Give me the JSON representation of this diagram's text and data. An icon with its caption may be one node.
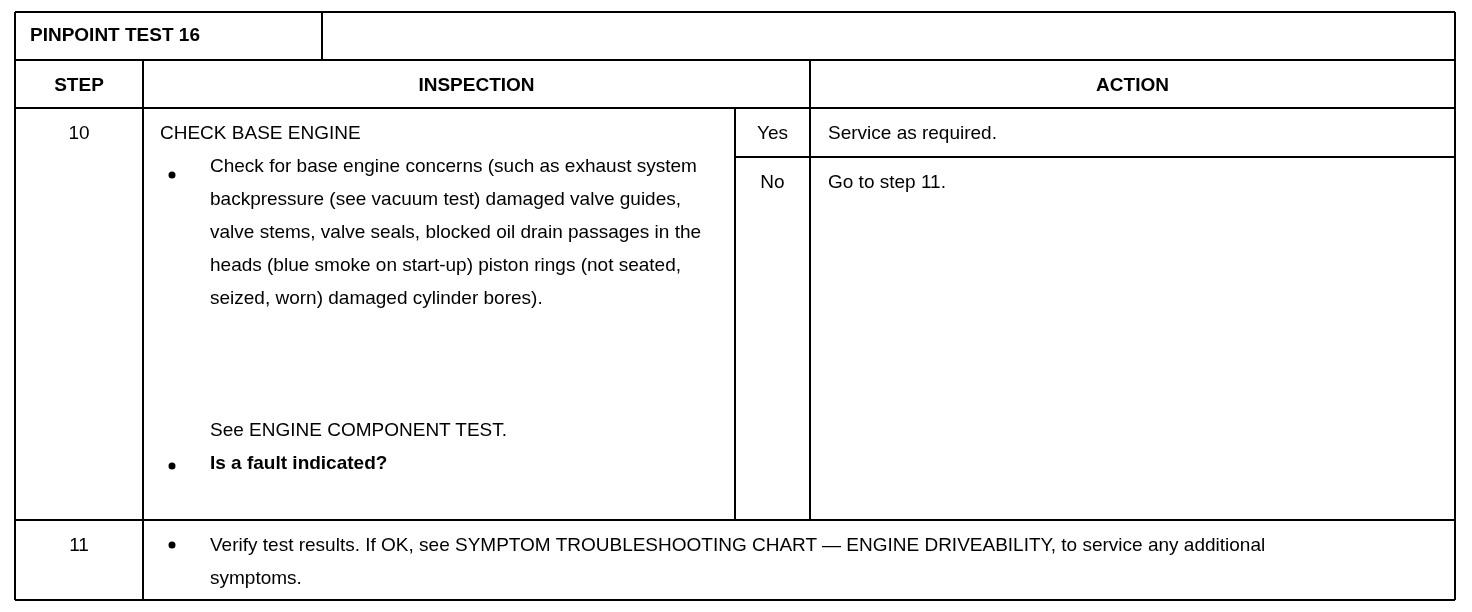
{
  "diagram": {
    "labels": [
      "PINPOINT TEST 16",
      "STEP",
      "INSPECTION",
      "ACTION",
      "10",
      "CHECK BASE ENGINE",
      "Check for base engine concerns (such as exhaust system backpressure (see vacuum test) damaged valve guides, valve stems, valve seals, blocked oil drain passages in the heads (blue smoke on start-up) piston rings (not seated, seized, worn) damaged cylinder bores).",
      "See ENGINE COMPONENT TEST.",
      "Is a fault indicated?",
      "Yes",
      "Service as required.",
      "No",
      "Go to step 11.",
      "11",
      "Verify test results. If OK, see SYMPTOM TROUBLESHOOTING CHART — ENGINE DRIVEABILITY, to service any additional symptoms."
    ]
  }
}
